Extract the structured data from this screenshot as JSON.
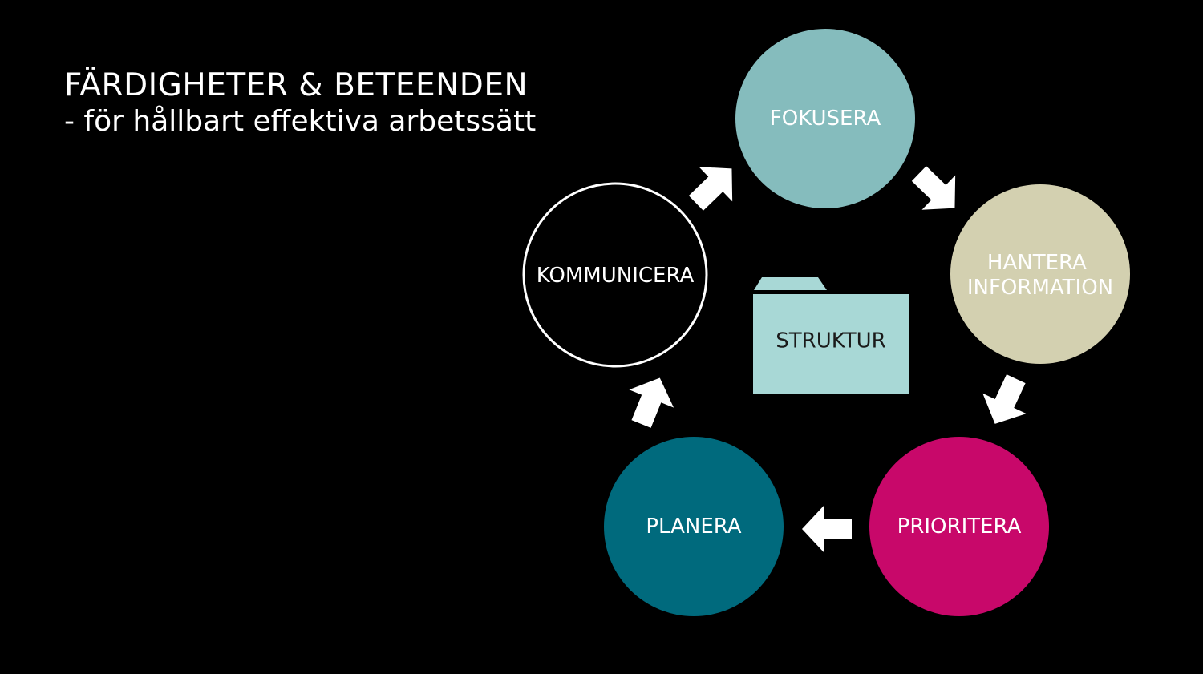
{
  "title": {
    "main": "FÄRDIGHETER & BETEENDEN",
    "sub": "- för hållbart effektiva arbetssätt"
  },
  "nodes": {
    "fokusera": {
      "lines": [
        "FOKUSERA"
      ],
      "fill": "#85bcbd",
      "text_color": "#ffffff"
    },
    "hantera": {
      "lines": [
        "HANTERA",
        "INFORMATION"
      ],
      "fill": "#d3d0b0",
      "text_color": "#ffffff"
    },
    "prioritera": {
      "lines": [
        "PRIORITERA"
      ],
      "fill": "#c8086a",
      "text_color": "#ffffff"
    },
    "planera": {
      "lines": [
        "PLANERA"
      ],
      "fill": "#006a7d",
      "text_color": "#ffffff"
    },
    "kommunicera": {
      "lines": [
        "KOMMUNICERA"
      ],
      "fill": "#000000",
      "stroke": "#ffffff",
      "text_color": "#ffffff"
    }
  },
  "center": {
    "label": "STRUKTUR",
    "fill": "#a8d8d6",
    "text_color": "#1a1a1a",
    "icon": "folder-icon"
  },
  "arrows": {
    "color": "#ffffff",
    "icon": "arrow-icon",
    "order": [
      "kommunicera",
      "fokusera",
      "hantera",
      "prioritera",
      "planera",
      "kommunicera"
    ]
  }
}
